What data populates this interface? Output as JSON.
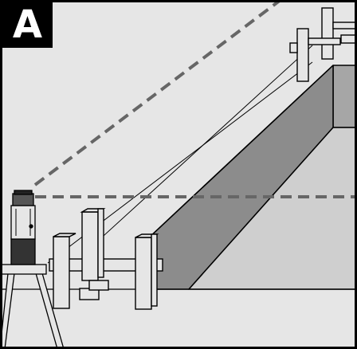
{
  "panel": {
    "label": "A"
  },
  "figure": {
    "objects": [
      "rotary-laser-level",
      "tripod",
      "excavation-pit",
      "batter-boards",
      "laser-beam-lines"
    ],
    "colors": {
      "frame": "#000000",
      "background": "#e6e6e6",
      "pit_wall_dark": "#8c8c8c",
      "pit_wall_mid": "#a6a6a6",
      "pit_floor": "#cfcfcf",
      "ground": "#e6e6e6",
      "post_light": "#e6e6e6",
      "beam_dash": "#666666"
    }
  }
}
